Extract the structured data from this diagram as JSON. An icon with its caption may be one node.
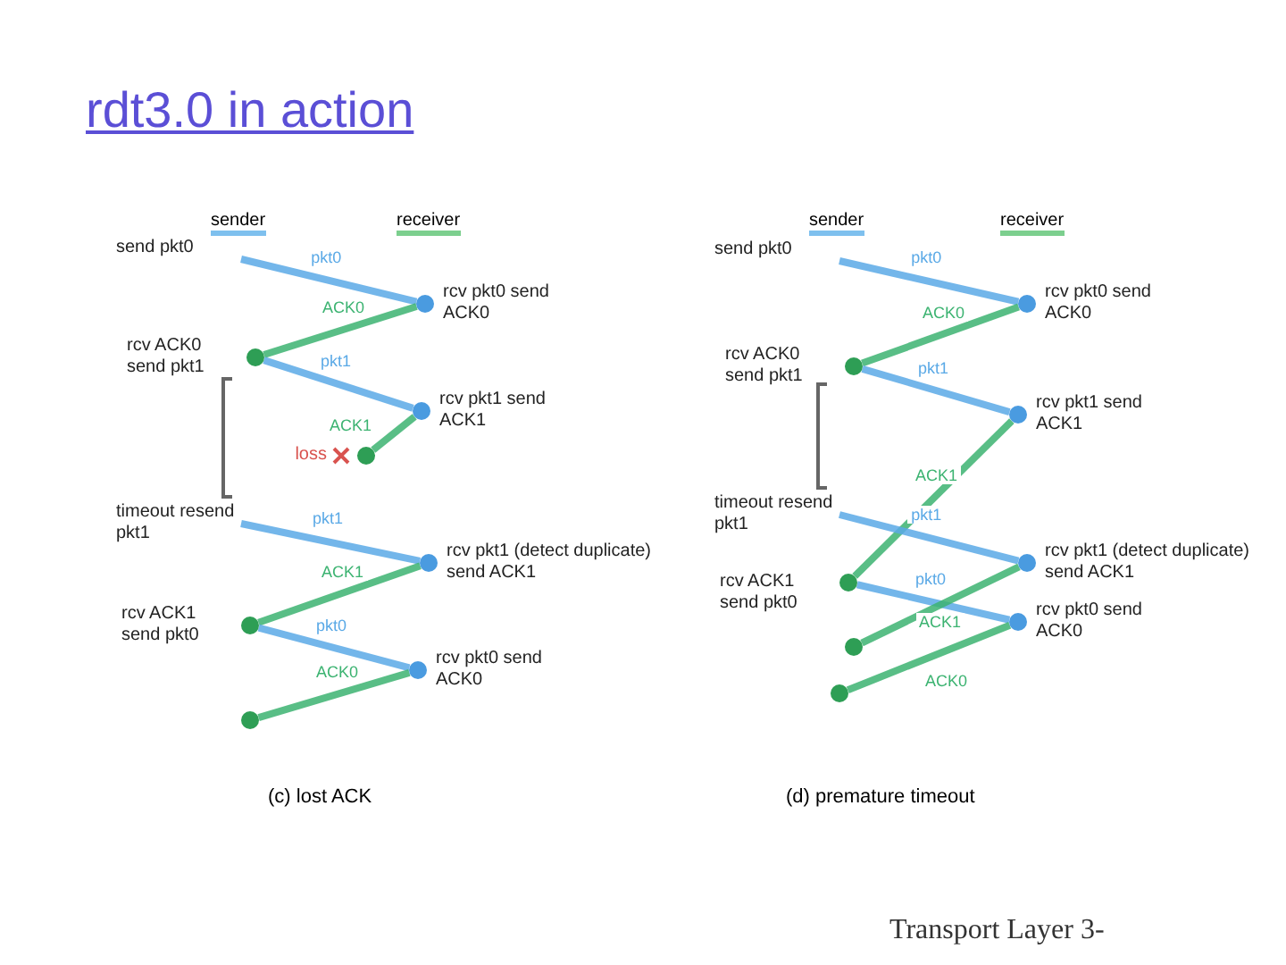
{
  "diagram": {
    "title": "rdt3.0 in action",
    "nodes": [
      {
        "text": [
          "send pkt0"
        ]
      },
      {
        "text": [],
        "shape": "circle",
        "beside": [
          "rcv pkt0 send ACK0"
        ]
      },
      {
        "text": [],
        "shape": "circle",
        "beside": [
          "rcv ACK0 send pkt1"
        ]
      },
      {
        "text": [],
        "shape": "circle",
        "beside": [
          "rcv pkt1 send ACK1"
        ]
      },
      {
        "text": [],
        "shape": "circle",
        "beside": [
          "loss"
        ]
      },
      {
        "text": [
          "timeout resend pkt1"
        ]
      },
      {
        "text": [],
        "shape": "circle",
        "beside": [
          "rcv pkt1 (detect duplicate) send ACK1"
        ]
      },
      {
        "text": [],
        "shape": "circle",
        "beside": [
          "rcv ACK1 send pkt0"
        ]
      },
      {
        "text": [],
        "shape": "circle",
        "beside": [
          "rcv pkt0 send ACK0"
        ]
      },
      {
        "text": [],
        "shape": "circle"
      },
      {
        "text": [
          "send pkt0"
        ]
      },
      {
        "text": [],
        "shape": "circle",
        "beside": [
          "rcv pkt0 send ACK0"
        ]
      },
      {
        "text": [],
        "shape": "circle",
        "beside": [
          "rcv ACK0 send pkt1"
        ]
      },
      {
        "text": [],
        "shape": "circle",
        "beside": [
          "rcv pkt1 send ACK1"
        ]
      },
      {
        "text": [
          "timeout resend pkt1"
        ]
      },
      {
        "text": [],
        "shape": "circle",
        "beside": [
          "rcv pkt1 (detect duplicate) send ACK1"
        ]
      },
      {
        "text": [],
        "shape": "circle",
        "beside": [
          "rcv ACK1 send pkt0"
        ]
      },
      {
        "text": [],
        "shape": "circle"
      },
      {
        "text": [],
        "shape": "circle",
        "beside": [
          "rcv pkt0 send ACK0"
        ]
      },
      {
        "text": [],
        "shape": "circle"
      }
    ],
    "edges": [
      {
        "from": 0,
        "to": 1,
        "arrow": "none",
        "label": "pkt0",
        "color": "#5aa9e6"
      },
      {
        "from": 1,
        "to": 2,
        "arrow": "none",
        "label": "ACK0",
        "color": "#3cb371"
      },
      {
        "from": 2,
        "to": 3,
        "arrow": "none",
        "label": "pkt1",
        "color": "#5aa9e6"
      },
      {
        "from": 3,
        "to": 4,
        "arrow": "none",
        "label": "ACK1",
        "color": "#3cb371"
      },
      {
        "from": 5,
        "to": 6,
        "arrow": "none",
        "label": "pkt1",
        "color": "#5aa9e6"
      },
      {
        "from": 6,
        "to": 7,
        "arrow": "none",
        "label": "ACK1",
        "color": "#3cb371"
      },
      {
        "from": 7,
        "to": 8,
        "arrow": "none",
        "label": "pkt0",
        "color": "#5aa9e6"
      },
      {
        "from": 8,
        "to": 9,
        "arrow": "none",
        "label": "ACK0",
        "color": "#3cb371"
      },
      {
        "from": 10,
        "to": 11,
        "arrow": "none",
        "label": "pkt0",
        "color": "#5aa9e6"
      },
      {
        "from": 11,
        "to": 12,
        "arrow": "none",
        "label": "ACK0",
        "color": "#3cb371"
      },
      {
        "from": 12,
        "to": 13,
        "arrow": "none",
        "label": "pkt1",
        "color": "#5aa9e6"
      },
      {
        "from": 13,
        "to": 16,
        "arrow": "none",
        "label": "ACK1",
        "color": "#3cb371"
      },
      {
        "from": 14,
        "to": 15,
        "arrow": "none",
        "label": "pkt1",
        "color": "#5aa9e6"
      },
      {
        "from": 16,
        "to": 18,
        "arrow": "none",
        "label": "pkt0",
        "color": "#5aa9e6"
      },
      {
        "from": 15,
        "to": 17,
        "arrow": "none",
        "label": "ACK1",
        "color": "#3cb371"
      },
      {
        "from": 18,
        "to": 19,
        "arrow": "none",
        "label": "ACK0",
        "color": "#3cb371"
      }
    ],
    "labels": [
      "sender",
      "receiver",
      "sender",
      "receiver",
      "(c) lost ACK",
      "(d) premature timeout",
      "Transport Layer 3-"
    ]
  }
}
